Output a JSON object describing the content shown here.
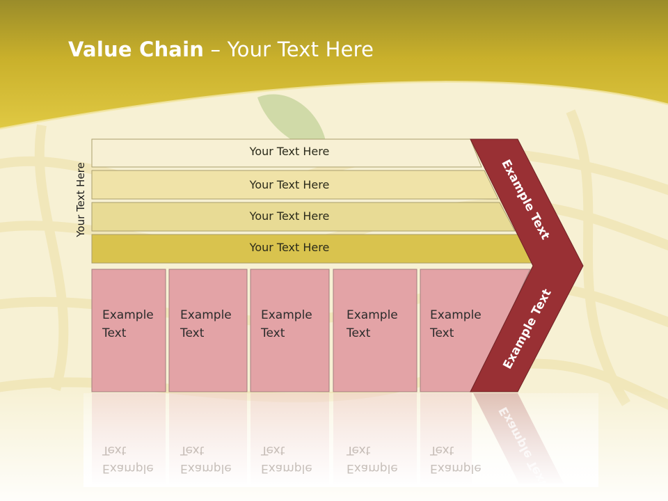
{
  "title": {
    "bold": "Value Chain",
    "rest": " – Your Text Here"
  },
  "side_label": "Your Text Here",
  "bars": [
    {
      "label": "Your Text Here"
    },
    {
      "label": "Your Text Here"
    },
    {
      "label": "Your Text Here"
    },
    {
      "label": "Your Text Here"
    }
  ],
  "boxes": [
    {
      "label": "Example\nText"
    },
    {
      "label": "Example\nText"
    },
    {
      "label": "Example\nText"
    },
    {
      "label": "Example\nText"
    },
    {
      "label": "Example\nText"
    }
  ],
  "arrow": {
    "upper_label": "Example Text",
    "lower_label": "Example Text"
  },
  "colors": {
    "header": "#c9b02b",
    "bar_colors": [
      "#f7f0d4",
      "#f0e3a8",
      "#e8db95",
      "#d9c34e"
    ],
    "box_fill": "#e3a3a6",
    "arrow_fill": "#993034"
  }
}
